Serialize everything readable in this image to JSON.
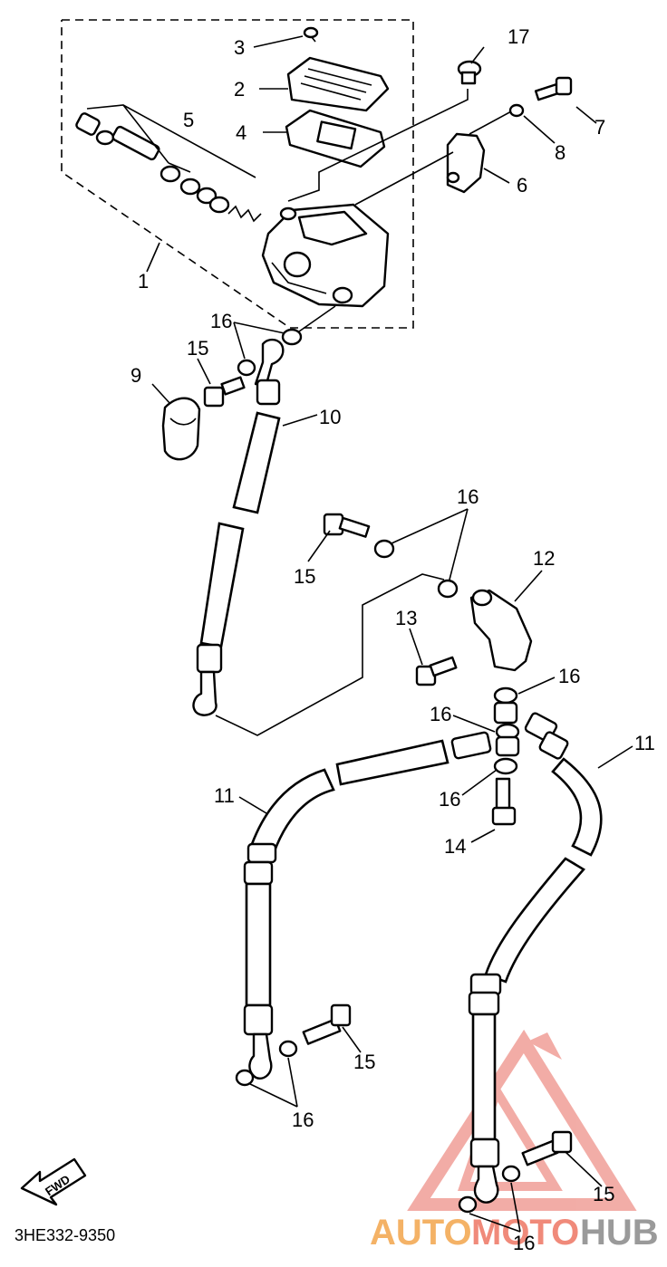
{
  "diagram_code": "3HE332-9350",
  "fwd_label": "FWD",
  "watermark": {
    "auto": "AUTO",
    "moto": "MOTO",
    "hub": "HUB",
    "color_auto": "#f4b266",
    "color_moto": "#f08a7a",
    "color_hub": "#9a9a9a"
  },
  "callouts": {
    "c1": "1",
    "c2": "2",
    "c3": "3",
    "c4": "4",
    "c5": "5",
    "c6": "6",
    "c7": "7",
    "c8": "8",
    "c9": "9",
    "c10": "10",
    "c11a": "11",
    "c11b": "11",
    "c12": "12",
    "c13": "13",
    "c14": "14",
    "c15a": "15",
    "c15b": "15",
    "c15c": "15",
    "c15d": "15",
    "c16a": "16",
    "c16b": "16",
    "c16c": "16",
    "c16d": "16",
    "c16e": "16",
    "c16f": "16",
    "c16g": "16",
    "c17": "17"
  }
}
